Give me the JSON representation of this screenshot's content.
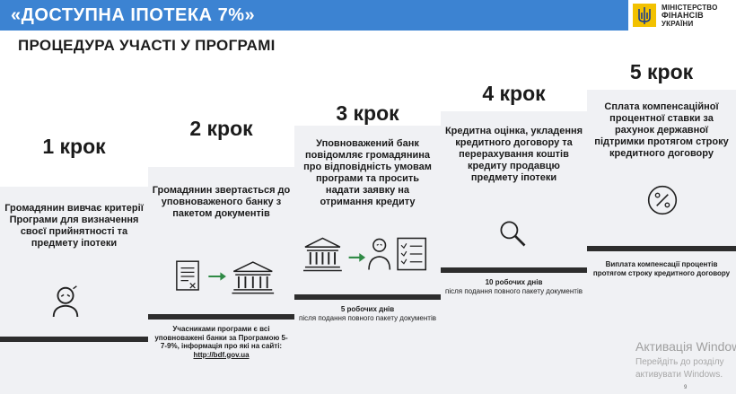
{
  "header": {
    "title": "«ДОСТУПНА ІПОТЕКА 7%»"
  },
  "logo": {
    "line1": "МІНІСТЕРСТВО",
    "line2": "ФІНАНСІВ",
    "line3": "УКРАЇНИ"
  },
  "subtitle": "ПРОЦЕДУРА УЧАСТІ У ПРОГРАМІ",
  "steps": [
    {
      "label": "1 крок",
      "text": "Громадянин вивчає критерії Програми для визначення своєї прийнятності та предмету іпотеки",
      "icon": "person-thinking-icon"
    },
    {
      "label": "2 крок",
      "text": "Громадянин звертається до уповноваженого банку з пакетом документів",
      "icon": "document-to-bank-icon",
      "note_pre": "Учасниками програми є всі уповноважені банки за Програмою 5-7-9%, інформація про які на сайті: ",
      "note_link": "http://bdf.gov.ua"
    },
    {
      "label": "3 крок",
      "text": "Уповноважений банк повідомляє громадянина про відповідність умовам програми та просить надати заявку на отримання кредиту",
      "icon": "bank-to-person-checklist-icon",
      "note_bold": "5 робочих днів",
      "note_rest": "після подання повного пакету документів"
    },
    {
      "label": "4 крок",
      "text": "Кредитна оцінка, укладення кредитного договору та перерахування коштів кредиту продавцю предмету іпотеки",
      "icon": "magnifier-icon",
      "note_bold": "10 робочих днів",
      "note_rest": "після подання повного пакету документів"
    },
    {
      "label": "5 крок",
      "text": "Сплата компенсаційної процентної ставки за рахунок державної підтримки протягом строку кредитного договору",
      "icon": "percent-icon",
      "note_bold": "Виплата компенсації процентів протягом строку кредитного договору"
    }
  ],
  "watermark": {
    "line1": "Активація Windows",
    "line2": "Перейдіть до розділу",
    "line3": "активувати Windows."
  },
  "page_number": "9",
  "colors": {
    "header": "#3c83d2",
    "arrow": "#2f8a45",
    "column": "#f0f1f4",
    "bar": "#2d2d2d"
  }
}
